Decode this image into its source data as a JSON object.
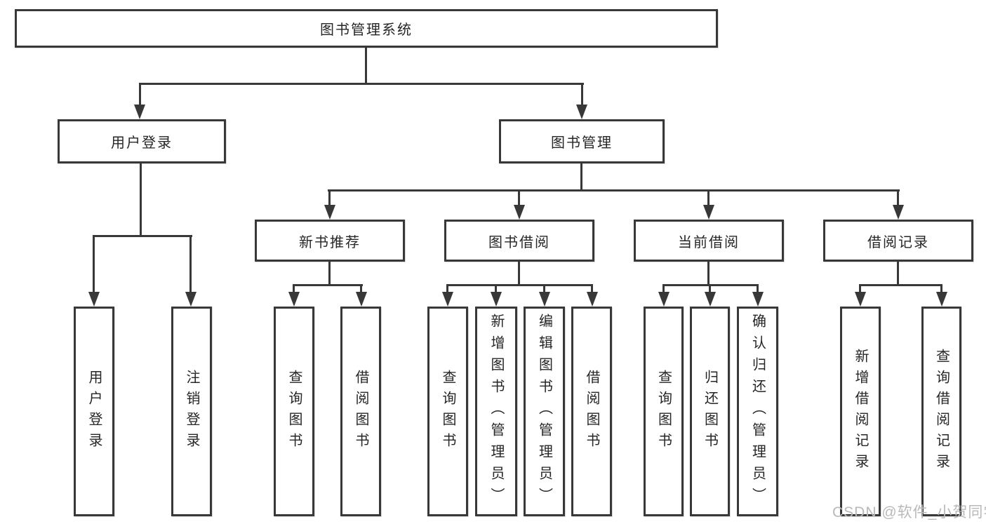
{
  "tree": {
    "root": "图书管理系统",
    "level2": [
      {
        "label": "用户登录",
        "children": [
          "用户登录",
          "注销登录"
        ]
      },
      {
        "label": "图书管理",
        "children": [
          {
            "label": "新书推荐",
            "children": [
              "查询图书",
              "借阅图书"
            ]
          },
          {
            "label": "图书借阅",
            "children": [
              "查询图书",
              "新增图书（管理员）",
              "编辑图书（管理员）",
              "借阅图书"
            ]
          },
          {
            "label": "当前借阅",
            "children": [
              "查询图书",
              "归还图书",
              "确认归还（管理员）"
            ]
          },
          {
            "label": "借阅记录",
            "children": [
              "新增借阅记录",
              "查询借阅记录"
            ]
          }
        ]
      }
    ]
  },
  "watermark": "CSDN @软件_小贺同学",
  "colors": {
    "line": "#383838",
    "text": "#262626",
    "watermark": "#b9b9b9",
    "background": "#ffffff"
  }
}
